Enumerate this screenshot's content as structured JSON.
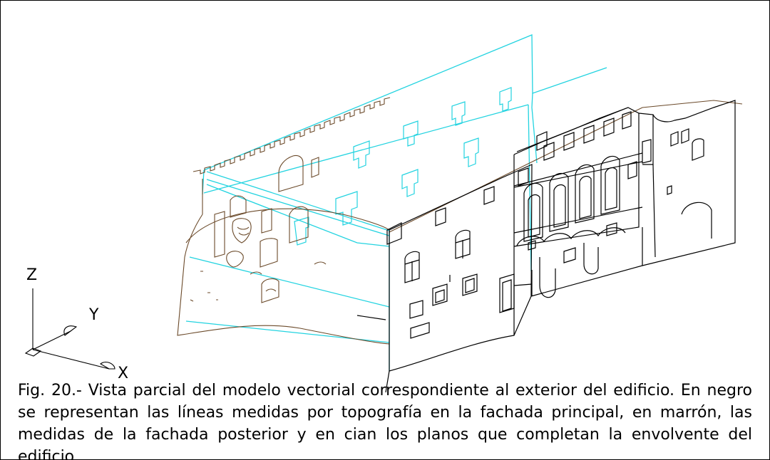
{
  "figure": {
    "caption": "Fig. 20.- Vista parcial del modelo vectorial correspondiente al exterior del edificio. En negro se representan las líneas medidas por  topografía en la fachada principal, en marrón, las medidas de la fachada posterior y en cian los planos que completan la envolvente del edificio.",
    "axes": {
      "z": "Z",
      "y": "Y",
      "x": "X"
    },
    "colors": {
      "main_facade": "#000000",
      "rear_facade": "#8b5a2b",
      "envelope_planes": "#22d3e0"
    }
  }
}
